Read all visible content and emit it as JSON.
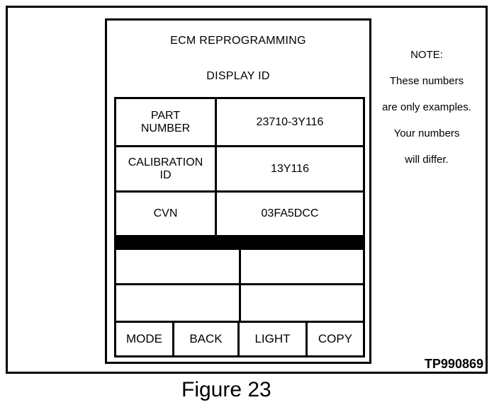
{
  "screen": {
    "title": "ECM REPROGRAMMING",
    "subtitle": "DISPLAY ID",
    "rows": [
      {
        "label": "PART\nNUMBER",
        "value": "23710-3Y116"
      },
      {
        "label": "CALIBRATION\nID",
        "value": "13Y116"
      },
      {
        "label": "CVN",
        "value": "03FA5DCC"
      }
    ],
    "softkeys": [
      "MODE",
      "BACK",
      "LIGHT",
      "COPY"
    ]
  },
  "note": {
    "heading": "NOTE:",
    "lines": [
      "These numbers",
      "are only examples.",
      "Your numbers",
      "will differ."
    ]
  },
  "figure": {
    "code": "TP990869",
    "caption": "Figure 23"
  }
}
